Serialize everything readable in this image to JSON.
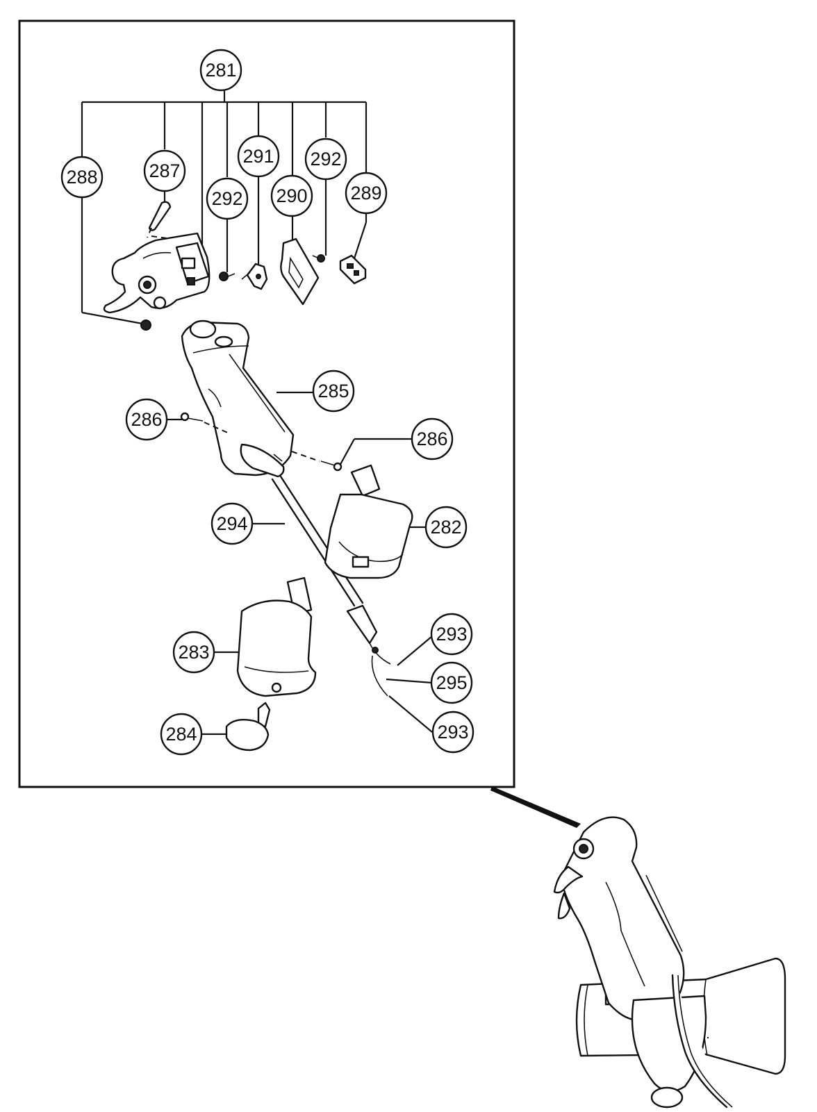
{
  "callouts": {
    "c281": "281",
    "c288": "288",
    "c287": "287",
    "c292a": "292",
    "c291": "291",
    "c290": "290",
    "c292b": "292",
    "c289": "289",
    "c285": "285",
    "c286a": "286",
    "c286b": "286",
    "c294": "294",
    "c282": "282",
    "c283": "283",
    "c293a": "293",
    "c295": "295",
    "c284": "284",
    "c293b": "293"
  }
}
